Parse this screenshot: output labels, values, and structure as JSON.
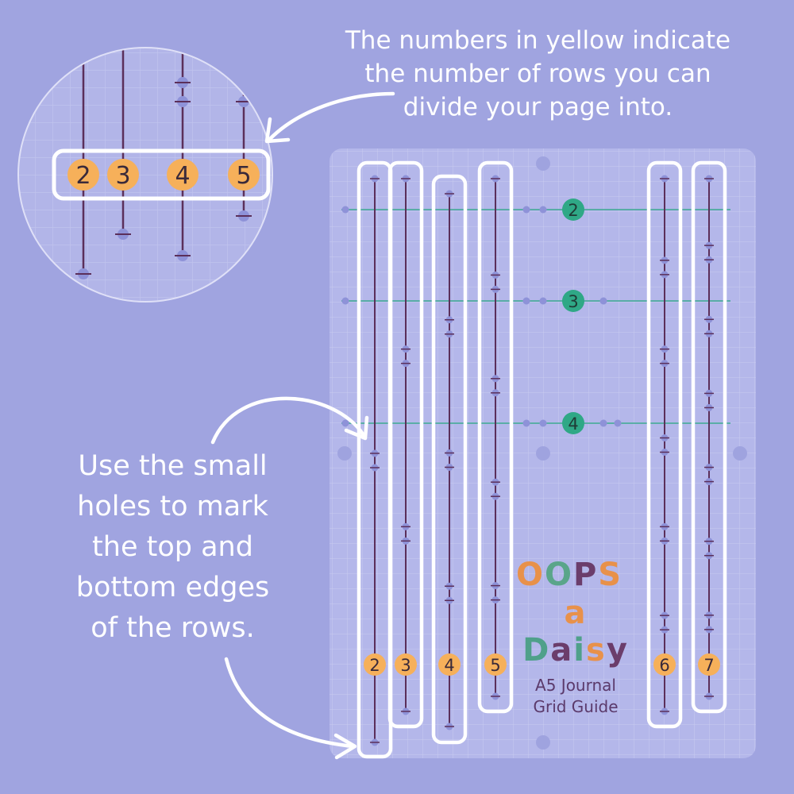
{
  "captions": {
    "top": [
      "The numbers in yellow indicate",
      "the number of rows you can",
      "divide your page into."
    ],
    "left": [
      "Use the small",
      "holes to mark",
      "the top and",
      "bottom edges",
      "of the rows."
    ]
  },
  "guide_columns": [
    {
      "label": "2",
      "divisions": 2
    },
    {
      "label": "3",
      "divisions": 3
    },
    {
      "label": "4",
      "divisions": 4
    },
    {
      "label": "5",
      "divisions": 5
    },
    {
      "label": "6",
      "divisions": 6
    },
    {
      "label": "7",
      "divisions": 7
    }
  ],
  "horizontal_guides": [
    {
      "label": "2",
      "divisions": 2
    },
    {
      "label": "3",
      "divisions": 3
    },
    {
      "label": "4",
      "divisions": 4
    }
  ],
  "zoom_labels": [
    "2",
    "3",
    "4",
    "5"
  ],
  "logo": {
    "line1": "OOPS a",
    "line2": "Daisy",
    "subtitle_line1": "A5 Journal",
    "subtitle_line2": "Grid Guide",
    "letter_colors": [
      "#e8914a",
      "#5aa58a",
      "#6b3d6b",
      "#e8914a",
      "#e8914a",
      "#4fa08a",
      "#6b3d6b",
      "#4fa08a",
      "#e8914a",
      "#6b3d6b",
      "#4fa08a"
    ]
  },
  "colors": {
    "background": "#a0a4e0",
    "number_badge_yellow": "#f6b05a",
    "number_badge_green": "#2fa886",
    "rod": "#5b2f5a",
    "outline": "#ffffff"
  }
}
